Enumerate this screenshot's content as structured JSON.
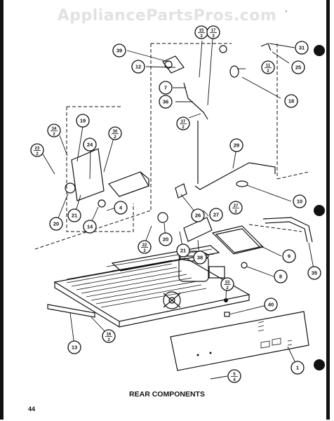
{
  "watermark": "AppliancePartsPros.com",
  "caption": "REAR COMPONENTS",
  "page_number": "44",
  "corner_mark": "′",
  "callouts": [
    {
      "num": "31"
    },
    {
      "num": "25"
    },
    {
      "num": "39"
    },
    {
      "num": "12"
    },
    {
      "num": "15",
      "qty": "3"
    },
    {
      "num": "17",
      "qty": "3"
    },
    {
      "num": "11",
      "qty": "2"
    },
    {
      "num": "18"
    },
    {
      "num": "7"
    },
    {
      "num": "36"
    },
    {
      "num": "37",
      "qty": "2"
    },
    {
      "num": "19"
    },
    {
      "num": "34",
      "qty": "2"
    },
    {
      "num": "30",
      "qty": "2"
    },
    {
      "num": "23",
      "qty": "2"
    },
    {
      "num": "24"
    },
    {
      "num": "29"
    },
    {
      "num": "10"
    },
    {
      "num": "20"
    },
    {
      "num": "21"
    },
    {
      "num": "14"
    },
    {
      "num": "4"
    },
    {
      "num": "26"
    },
    {
      "num": "27"
    },
    {
      "num": "27",
      "qty": "2"
    },
    {
      "num": "22",
      "qty": "2"
    },
    {
      "num": "20"
    },
    {
      "num": "21"
    },
    {
      "num": "38"
    },
    {
      "num": "9"
    },
    {
      "num": "8"
    },
    {
      "num": "35"
    },
    {
      "num": "33",
      "qty": "2"
    },
    {
      "num": "40"
    },
    {
      "num": "13"
    },
    {
      "num": "16",
      "qty": "2"
    },
    {
      "num": "1"
    },
    {
      "num": "5",
      "qty": "4"
    }
  ]
}
